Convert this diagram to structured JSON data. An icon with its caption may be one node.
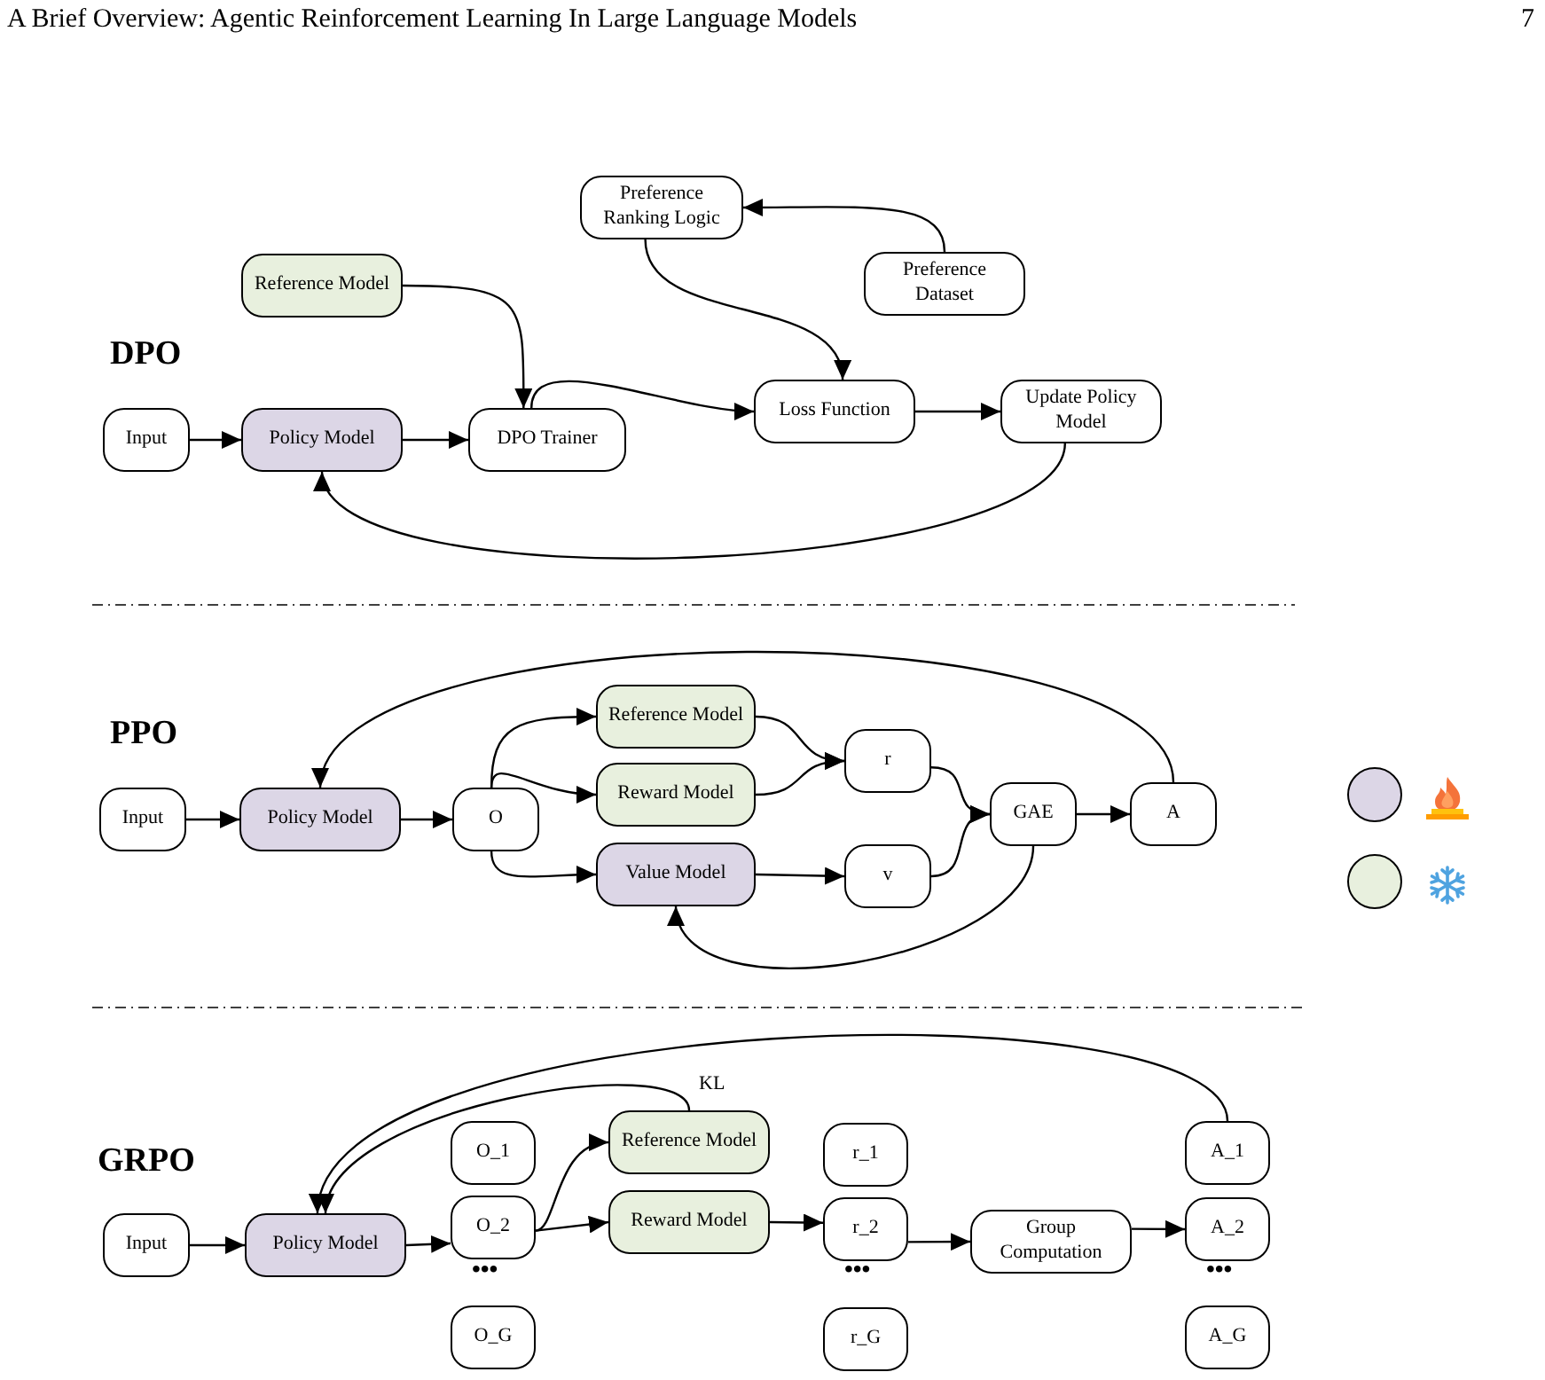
{
  "diagram": {
    "nodes": [
      {
        "text": [
          "Preference Ranking Logic"
        ]
      },
      {
        "text": [
          "Reference Model"
        ]
      },
      {
        "text": [
          "Preference Dataset"
        ]
      },
      {
        "text": [
          "Input"
        ]
      },
      {
        "text": [
          "Policy Model"
        ]
      },
      {
        "text": [
          "DPO Trainer"
        ]
      },
      {
        "text": [
          "Loss Function"
        ]
      },
      {
        "text": [
          "Update Policy Model"
        ]
      },
      {
        "text": [
          "Reference Model"
        ]
      },
      {
        "text": [
          "r"
        ]
      },
      {
        "text": [
          "Input"
        ]
      },
      {
        "text": [
          "Policy Model"
        ]
      },
      {
        "text": [
          "O"
        ]
      },
      {
        "text": [
          "Reward Model"
        ]
      },
      {
        "text": [
          "GAE"
        ]
      },
      {
        "text": [
          "A"
        ]
      },
      {
        "text": [
          "Value Model"
        ]
      },
      {
        "text": [
          "v"
        ]
      },
      {
        "text": [
          "O_1"
        ]
      },
      {
        "text": [
          "Reference Model"
        ]
      },
      {
        "text": [
          "r_1"
        ]
      },
      {
        "text": [
          "A_1"
        ]
      },
      {
        "text": [
          "Input"
        ]
      },
      {
        "text": [
          "Policy Model"
        ]
      },
      {
        "text": [
          "O_2"
        ]
      },
      {
        "text": [
          "Reward Model"
        ]
      },
      {
        "text": [
          "r_2"
        ]
      },
      {
        "text": [
          "Group Computation"
        ]
      },
      {
        "text": [
          "A_2"
        ]
      },
      {
        "text": [
          "O_G"
        ]
      },
      {
        "text": [
          "r_G"
        ]
      },
      {
        "text": [
          "A_G"
        ]
      }
    ],
    "edges": [
      {
        "from": 2,
        "to": 0,
        "arrow": "to"
      },
      {
        "from": 0,
        "to": 6,
        "arrow": "to"
      },
      {
        "from": 1,
        "to": 5,
        "arrow": "to"
      },
      {
        "from": 5,
        "to": 6,
        "arrow": "to"
      },
      {
        "from": 3,
        "to": 4,
        "arrow": "to"
      },
      {
        "from": 4,
        "to": 5,
        "arrow": "to"
      },
      {
        "from": 6,
        "to": 7,
        "arrow": "to"
      },
      {
        "from": 7,
        "to": 4,
        "arrow": "to"
      },
      {
        "from": 10,
        "to": 11,
        "arrow": "to"
      },
      {
        "from": 11,
        "to": 12,
        "arrow": "to"
      },
      {
        "from": 12,
        "to": 8,
        "arrow": "to"
      },
      {
        "from": 12,
        "to": 13,
        "arrow": "to"
      },
      {
        "from": 12,
        "to": 16,
        "arrow": "to"
      },
      {
        "from": 8,
        "to": 9,
        "arrow": "to"
      },
      {
        "from": 13,
        "to": 9,
        "arrow": "to"
      },
      {
        "from": 9,
        "to": 14,
        "arrow": "to"
      },
      {
        "from": 16,
        "to": 17,
        "arrow": "to"
      },
      {
        "from": 17,
        "to": 14,
        "arrow": "to"
      },
      {
        "from": 14,
        "to": 15,
        "arrow": "to"
      },
      {
        "from": 15,
        "to": 11,
        "arrow": "to"
      },
      {
        "from": 14,
        "to": 16,
        "arrow": "to"
      },
      {
        "from": 22,
        "to": 23,
        "arrow": "to"
      },
      {
        "from": 23,
        "to": 24,
        "arrow": "to"
      },
      {
        "from": 24,
        "to": 19,
        "arrow": "to"
      },
      {
        "from": 24,
        "to": 25,
        "arrow": "to"
      },
      {
        "from": 25,
        "to": 26,
        "arrow": "to"
      },
      {
        "from": 26,
        "to": 27,
        "arrow": "to"
      },
      {
        "from": 27,
        "to": 28,
        "arrow": "to"
      },
      {
        "from": 19,
        "to": 23,
        "arrow": "to",
        "label": "KL"
      },
      {
        "from": 21,
        "to": 23,
        "arrow": "to"
      }
    ],
    "labels": [
      "A Brief Overview: Agentic Reinforcement Learning In Large Language Models",
      "7",
      "DPO",
      "PPO",
      "GRPO",
      "•••",
      "•••",
      "•••"
    ]
  }
}
